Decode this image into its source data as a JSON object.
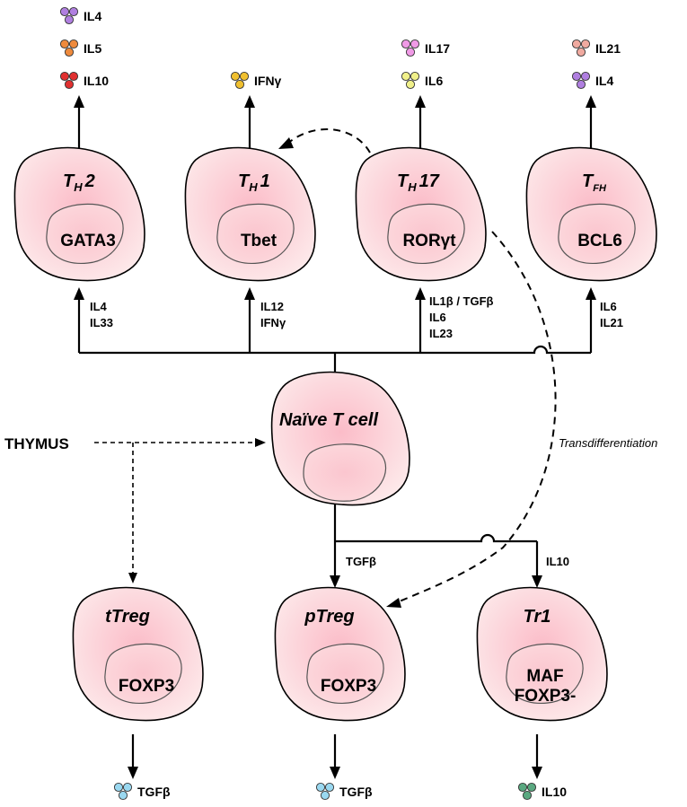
{
  "cells": {
    "th2": {
      "title_main": "T",
      "title_sub": "H",
      "title_rest": "2",
      "tf": "GATA3"
    },
    "th1": {
      "title_main": "T",
      "title_sub": "H",
      "title_rest": "1",
      "tf": "Tbet"
    },
    "th17": {
      "title_main": "T",
      "title_sub": "H",
      "title_rest": "17",
      "tf": "RORγt"
    },
    "tfh": {
      "title_main": "T",
      "title_sub": "FH",
      "title_rest": "",
      "tf": "BCL6"
    },
    "naive": {
      "title": "Naïve T cell"
    },
    "ttreg": {
      "title": "tTreg",
      "tf": "FOXP3"
    },
    "ptreg": {
      "title": "pTreg",
      "tf": "FOXP3"
    },
    "tr1": {
      "title": "Tr1",
      "tf_line1": "MAF",
      "tf_line2": "FOXP3-"
    }
  },
  "secreted": {
    "th2": [
      {
        "label": "IL4",
        "color": "#b07fe0"
      },
      {
        "label": "IL5",
        "color": "#ee8a3c"
      },
      {
        "label": "IL10",
        "color": "#e03030"
      }
    ],
    "th1": [
      {
        "label": "IFNγ",
        "color": "#f0c030"
      }
    ],
    "th17": [
      {
        "label": "IL17",
        "color": "#f09ae6"
      },
      {
        "label": "IL6",
        "color": "#f0f08a"
      }
    ],
    "tfh": [
      {
        "label": "IL21",
        "color": "#f0aaa0"
      },
      {
        "label": "IL4",
        "color": "#b07fe0"
      }
    ],
    "ttreg": [
      {
        "label": "TGFβ",
        "color": "#9ad8f0"
      }
    ],
    "ptreg": [
      {
        "label": "TGFβ",
        "color": "#9ad8f0"
      }
    ],
    "tr1": [
      {
        "label": "IL10",
        "color": "#5aa880"
      }
    ]
  },
  "inducers": {
    "th2": [
      "IL4",
      "IL33"
    ],
    "th1": [
      "IL12",
      "IFNγ"
    ],
    "th17": [
      "IL1β / TGFβ",
      "IL6",
      "IL23"
    ],
    "tfh": [
      "IL6",
      "IL21"
    ],
    "ptreg": [
      "TGFβ"
    ],
    "tr1": [
      "IL10"
    ]
  },
  "labels": {
    "thymus": "THYMUS",
    "transdifferentiation": "Transdifferentiation"
  },
  "colors": {
    "cell_fill_center": "#fbc8d0",
    "cell_fill_edge": "#fde6e8",
    "outline": "#000000"
  }
}
